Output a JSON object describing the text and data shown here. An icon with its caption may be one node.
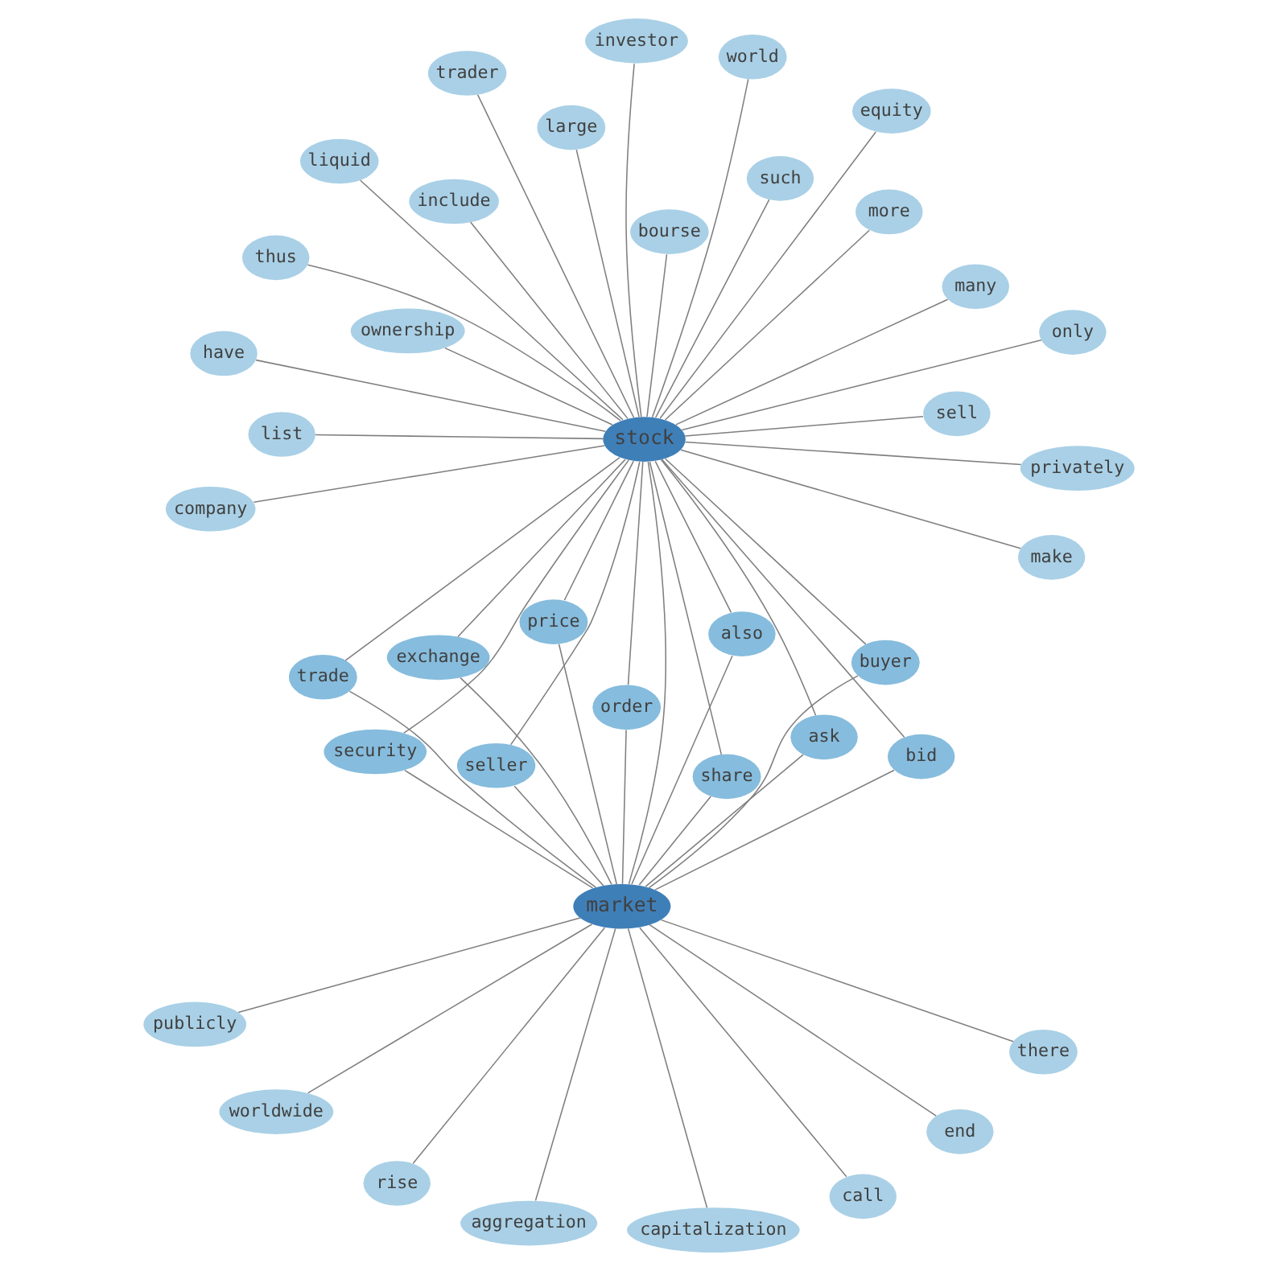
{
  "diagram": {
    "nodes": [
      {
        "text": [
          "world"
        ]
      },
      {
        "text": [
          "list"
        ]
      },
      {
        "text": [
          "sell"
        ]
      },
      {
        "text": [
          "have"
        ]
      },
      {
        "text": [
          "bourse"
        ]
      },
      {
        "text": [
          "company"
        ]
      },
      {
        "text": [
          "equity"
        ]
      },
      {
        "text": [
          "trader"
        ]
      },
      {
        "text": [
          "thus"
        ]
      },
      {
        "text": [
          "only"
        ]
      },
      {
        "text": [
          "many"
        ]
      },
      {
        "text": [
          "such"
        ]
      },
      {
        "text": [
          "make"
        ]
      },
      {
        "text": [
          "more"
        ]
      },
      {
        "text": [
          "privately"
        ]
      },
      {
        "text": [
          "large"
        ]
      },
      {
        "text": [
          "investor"
        ]
      },
      {
        "text": [
          "include"
        ]
      },
      {
        "text": [
          "stock"
        ]
      },
      {
        "text": [
          "liquid"
        ]
      },
      {
        "text": [
          "exchange"
        ]
      },
      {
        "text": [
          "trade"
        ]
      },
      {
        "text": [
          "ownership"
        ]
      },
      {
        "text": [
          "price"
        ]
      },
      {
        "text": [
          "share"
        ]
      },
      {
        "text": [
          "also"
        ]
      },
      {
        "text": [
          "seller"
        ]
      },
      {
        "text": [
          "security"
        ]
      },
      {
        "text": [
          "ask"
        ]
      },
      {
        "text": [
          "bid"
        ]
      },
      {
        "text": [
          "buyer"
        ]
      },
      {
        "text": [
          "order"
        ]
      },
      {
        "text": [
          "market"
        ]
      },
      {
        "text": [
          "rise"
        ]
      },
      {
        "text": [
          "aggregation"
        ]
      },
      {
        "text": [
          "capitalization"
        ]
      },
      {
        "text": [
          "end"
        ]
      },
      {
        "text": [
          "worldwide"
        ]
      },
      {
        "text": [
          "there"
        ]
      },
      {
        "text": [
          "publicly"
        ]
      },
      {
        "text": [
          "call"
        ]
      }
    ],
    "edges": [
      {
        "from": 18,
        "to": 0,
        "arrow": "none"
      },
      {
        "from": 18,
        "to": 1,
        "arrow": "none"
      },
      {
        "from": 18,
        "to": 2,
        "arrow": "none"
      },
      {
        "from": 18,
        "to": 3,
        "arrow": "none"
      },
      {
        "from": 18,
        "to": 4,
        "arrow": "none"
      },
      {
        "from": 18,
        "to": 5,
        "arrow": "none"
      },
      {
        "from": 18,
        "to": 6,
        "arrow": "none"
      },
      {
        "from": 18,
        "to": 7,
        "arrow": "none"
      },
      {
        "from": 18,
        "to": 8,
        "arrow": "none"
      },
      {
        "from": 18,
        "to": 9,
        "arrow": "none"
      },
      {
        "from": 18,
        "to": 10,
        "arrow": "none"
      },
      {
        "from": 18,
        "to": 11,
        "arrow": "none"
      },
      {
        "from": 18,
        "to": 12,
        "arrow": "none"
      },
      {
        "from": 18,
        "to": 13,
        "arrow": "none"
      },
      {
        "from": 18,
        "to": 14,
        "arrow": "none"
      },
      {
        "from": 18,
        "to": 15,
        "arrow": "none"
      },
      {
        "from": 18,
        "to": 16,
        "arrow": "none"
      },
      {
        "from": 18,
        "to": 17,
        "arrow": "none"
      },
      {
        "from": 18,
        "to": 19,
        "arrow": "none"
      },
      {
        "from": 18,
        "to": 20,
        "arrow": "none"
      },
      {
        "from": 18,
        "to": 21,
        "arrow": "none"
      },
      {
        "from": 18,
        "to": 22,
        "arrow": "none"
      },
      {
        "from": 18,
        "to": 23,
        "arrow": "none"
      },
      {
        "from": 18,
        "to": 24,
        "arrow": "none"
      },
      {
        "from": 18,
        "to": 25,
        "arrow": "none"
      },
      {
        "from": 18,
        "to": 26,
        "arrow": "none"
      },
      {
        "from": 18,
        "to": 27,
        "arrow": "none"
      },
      {
        "from": 18,
        "to": 28,
        "arrow": "none"
      },
      {
        "from": 18,
        "to": 29,
        "arrow": "none"
      },
      {
        "from": 18,
        "to": 30,
        "arrow": "none"
      },
      {
        "from": 18,
        "to": 31,
        "arrow": "none"
      },
      {
        "from": 18,
        "to": 32,
        "arrow": "none"
      },
      {
        "from": 32,
        "to": 20,
        "arrow": "none"
      },
      {
        "from": 32,
        "to": 21,
        "arrow": "none"
      },
      {
        "from": 32,
        "to": 23,
        "arrow": "none"
      },
      {
        "from": 32,
        "to": 24,
        "arrow": "none"
      },
      {
        "from": 32,
        "to": 25,
        "arrow": "none"
      },
      {
        "from": 32,
        "to": 26,
        "arrow": "none"
      },
      {
        "from": 32,
        "to": 27,
        "arrow": "none"
      },
      {
        "from": 32,
        "to": 28,
        "arrow": "none"
      },
      {
        "from": 32,
        "to": 29,
        "arrow": "none"
      },
      {
        "from": 32,
        "to": 30,
        "arrow": "none"
      },
      {
        "from": 32,
        "to": 31,
        "arrow": "none"
      },
      {
        "from": 32,
        "to": 33,
        "arrow": "none"
      },
      {
        "from": 32,
        "to": 34,
        "arrow": "none"
      },
      {
        "from": 32,
        "to": 35,
        "arrow": "none"
      },
      {
        "from": 32,
        "to": 36,
        "arrow": "none"
      },
      {
        "from": 32,
        "to": 37,
        "arrow": "none"
      },
      {
        "from": 32,
        "to": 38,
        "arrow": "none"
      },
      {
        "from": 32,
        "to": 39,
        "arrow": "none"
      },
      {
        "from": 32,
        "to": 40,
        "arrow": "none"
      }
    ]
  }
}
